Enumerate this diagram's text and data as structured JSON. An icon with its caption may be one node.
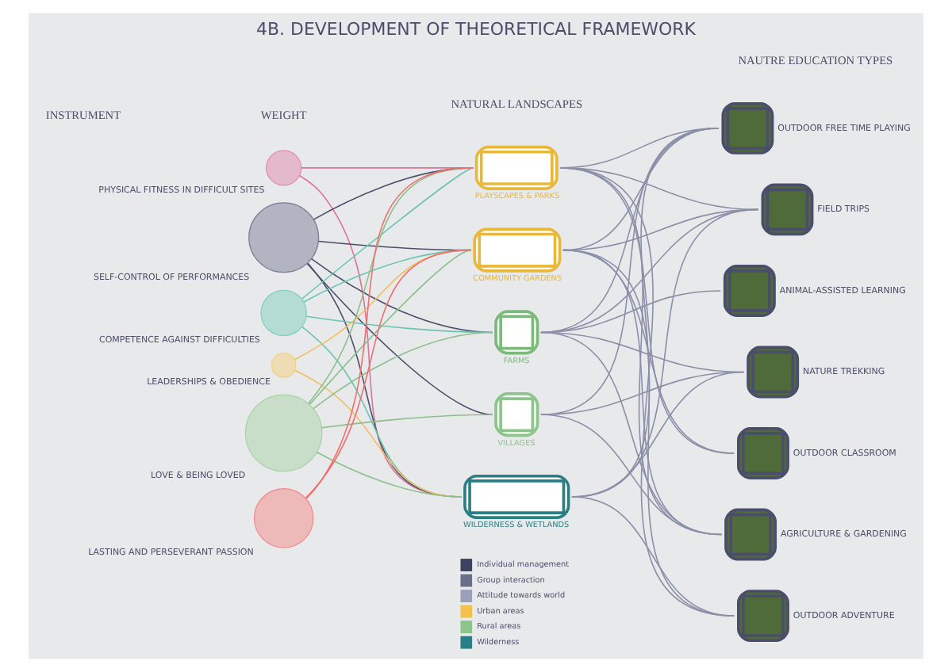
{
  "diagram": {
    "title": "4B. DEVELOPMENT OF THEORETICAL FRAMEWORK",
    "nodes": [
      {
        "text": [
          "PHYSICAL FITNESS IN DIFFICULT SITES"
        ]
      },
      {
        "text": [
          "SELF-CONTROL OF PERFORMANCES"
        ]
      },
      {
        "text": [
          "COMPETENCE AGAINST DIFFICULTIES"
        ]
      },
      {
        "text": [
          "LEADERSHIPS & OBEDIENCE"
        ]
      },
      {
        "text": [
          "LOVE & BEING LOVED"
        ]
      },
      {
        "text": [
          "LASTING AND PERSEVERANT PASSION"
        ]
      },
      {
        "text": [
          "PLAYSCAPES & PARKS"
        ]
      },
      {
        "text": [
          "COMMUNITY GARDENS"
        ]
      },
      {
        "text": [
          "FARMS"
        ]
      },
      {
        "text": [
          "VILLAGES"
        ]
      },
      {
        "text": [
          "WILDERNESS & WETLANDS"
        ]
      },
      {
        "text": [
          "OUTDOOR FREE TIME PLAYING"
        ]
      },
      {
        "text": [
          "FIELD TRIPS"
        ]
      },
      {
        "text": [
          "ANIMAL-ASSISTED LEARNING"
        ]
      },
      {
        "text": [
          "NATURE TREKKING"
        ]
      },
      {
        "text": [
          "OUTDOOR CLASSROOM"
        ]
      },
      {
        "text": [
          "AGRICULTURE & GARDENING"
        ]
      },
      {
        "text": [
          "OUTDOOR ADVENTURE"
        ]
      }
    ],
    "edges": [
      {
        "from": 0,
        "to": 6,
        "arrow": "none",
        "color": "#d9739a"
      },
      {
        "from": 0,
        "to": 10,
        "arrow": "none",
        "color": "#d9739a"
      },
      {
        "from": 1,
        "to": 6,
        "arrow": "none",
        "color": "#4a4e6a"
      },
      {
        "from": 1,
        "to": 7,
        "arrow": "none",
        "color": "#4a4e6a"
      },
      {
        "from": 1,
        "to": 8,
        "arrow": "none",
        "color": "#4a4e6a"
      },
      {
        "from": 1,
        "to": 9,
        "arrow": "none",
        "color": "#4a4e6a"
      },
      {
        "from": 1,
        "to": 10,
        "arrow": "none",
        "color": "#4a4e6a"
      },
      {
        "from": 2,
        "to": 6,
        "arrow": "none",
        "color": "#6cc4b0"
      },
      {
        "from": 2,
        "to": 7,
        "arrow": "none",
        "color": "#6cc4b0"
      },
      {
        "from": 2,
        "to": 8,
        "arrow": "none",
        "color": "#6cc4b0"
      },
      {
        "from": 2,
        "to": 10,
        "arrow": "none",
        "color": "#6cc4b0"
      },
      {
        "from": 3,
        "to": 7,
        "arrow": "none",
        "color": "#f0c060"
      },
      {
        "from": 3,
        "to": 10,
        "arrow": "none",
        "color": "#f0c060"
      },
      {
        "from": 4,
        "to": 6,
        "arrow": "none",
        "color": "#8cbf8c"
      },
      {
        "from": 4,
        "to": 7,
        "arrow": "none",
        "color": "#8cbf8c"
      },
      {
        "from": 4,
        "to": 8,
        "arrow": "none",
        "color": "#8cbf8c"
      },
      {
        "from": 4,
        "to": 9,
        "arrow": "none",
        "color": "#8cbf8c"
      },
      {
        "from": 4,
        "to": 10,
        "arrow": "none",
        "color": "#8cbf8c"
      },
      {
        "from": 5,
        "to": 6,
        "arrow": "none",
        "color": "#ef6f6f"
      },
      {
        "from": 5,
        "to": 7,
        "arrow": "none",
        "color": "#ef6f6f"
      },
      {
        "from": 6,
        "to": 11,
        "arrow": "none"
      },
      {
        "from": 6,
        "to": 12,
        "arrow": "none"
      },
      {
        "from": 6,
        "to": 15,
        "arrow": "none"
      },
      {
        "from": 6,
        "to": 16,
        "arrow": "none"
      },
      {
        "from": 6,
        "to": 17,
        "arrow": "none"
      },
      {
        "from": 7,
        "to": 11,
        "arrow": "none"
      },
      {
        "from": 7,
        "to": 12,
        "arrow": "none"
      },
      {
        "from": 7,
        "to": 15,
        "arrow": "none"
      },
      {
        "from": 7,
        "to": 16,
        "arrow": "none"
      },
      {
        "from": 7,
        "to": 17,
        "arrow": "none"
      },
      {
        "from": 8,
        "to": 11,
        "arrow": "none"
      },
      {
        "from": 8,
        "to": 12,
        "arrow": "none"
      },
      {
        "from": 8,
        "to": 13,
        "arrow": "none"
      },
      {
        "from": 8,
        "to": 14,
        "arrow": "none"
      },
      {
        "from": 8,
        "to": 16,
        "arrow": "none"
      },
      {
        "from": 9,
        "to": 11,
        "arrow": "none"
      },
      {
        "from": 9,
        "to": 14,
        "arrow": "none"
      },
      {
        "from": 9,
        "to": 16,
        "arrow": "none"
      },
      {
        "from": 10,
        "to": 11,
        "arrow": "none"
      },
      {
        "from": 10,
        "to": 12,
        "arrow": "none"
      },
      {
        "from": 10,
        "to": 14,
        "arrow": "none"
      },
      {
        "from": 10,
        "to": 17,
        "arrow": "none"
      }
    ],
    "labels": [
      "INSTRUMENT",
      "WEIGHT",
      "NATURAL LANDSCAPES",
      "NAUTRE EDUCATION TYPES"
    ],
    "legend": [
      {
        "text": "Individual management",
        "color": "#3d4260"
      },
      {
        "text": "Group interaction",
        "color": "#6b6f88"
      },
      {
        "text": "Attitude towards world",
        "color": "#9aa0b8"
      },
      {
        "text": "Urban areas",
        "color": "#f2c14e"
      },
      {
        "text": "Rural areas",
        "color": "#8cc48c"
      },
      {
        "text": "Wilderness",
        "color": "#2a7f86"
      }
    ]
  }
}
